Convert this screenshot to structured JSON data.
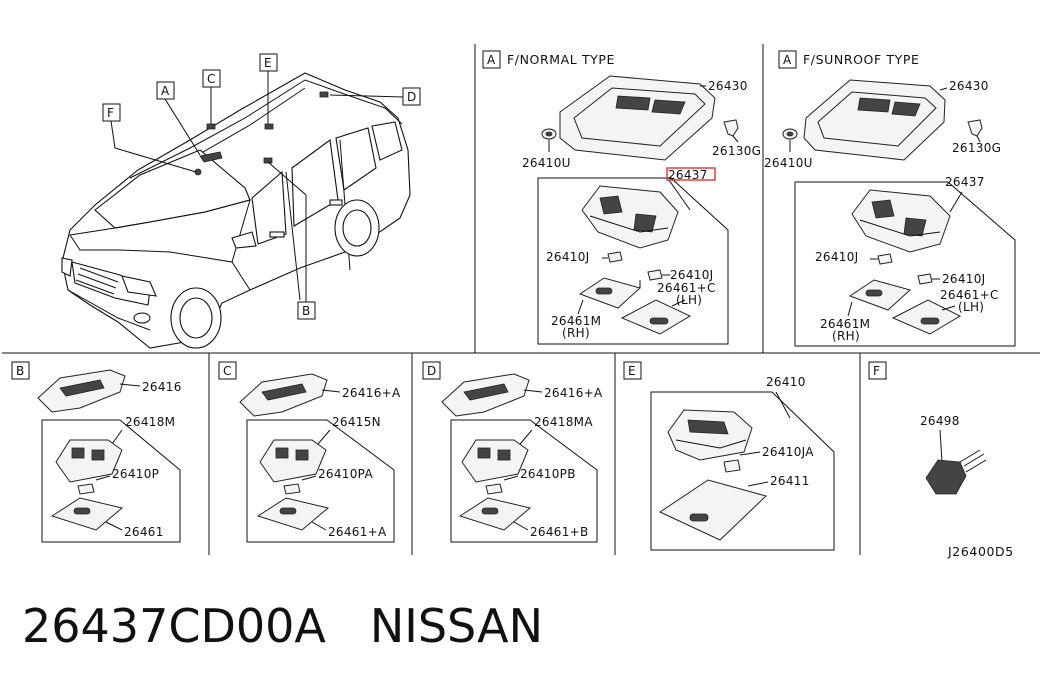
{
  "diagram": {
    "callout_letters": [
      "A",
      "B",
      "C",
      "D",
      "E",
      "F"
    ],
    "section_a_normal": {
      "key": "A",
      "title": "F/NORMAL TYPE",
      "parts": [
        "26430",
        "26410U",
        "26130G",
        "26437",
        "26410J",
        "26410J",
        "26461+C",
        "(LH)",
        "26461M",
        "(RH)"
      ]
    },
    "section_a_sunroof": {
      "key": "A",
      "title": "F/SUNROOF TYPE",
      "parts": [
        "26430",
        "26410U",
        "26130G",
        "26437",
        "26410J",
        "26410J",
        "26461+C",
        "(LH)",
        "26461M",
        "(RH)"
      ]
    },
    "section_b": {
      "key": "B",
      "parts": [
        "26416",
        "26418M",
        "26410P",
        "26461"
      ]
    },
    "section_c": {
      "key": "C",
      "parts": [
        "26416+A",
        "26415N",
        "26410PA",
        "26461+A"
      ]
    },
    "section_d": {
      "key": "D",
      "parts": [
        "26416+A",
        "26418MA",
        "26410PB",
        "26461+B"
      ]
    },
    "section_e": {
      "key": "E",
      "parts": [
        "26410",
        "26410JA",
        "26411"
      ]
    },
    "section_f": {
      "key": "F",
      "parts": [
        "26498"
      ]
    },
    "drawing_code": "J26400D5",
    "highlight_color": "#e0201c"
  },
  "caption": {
    "part_number": "26437CD00A",
    "brand": "NISSAN"
  }
}
